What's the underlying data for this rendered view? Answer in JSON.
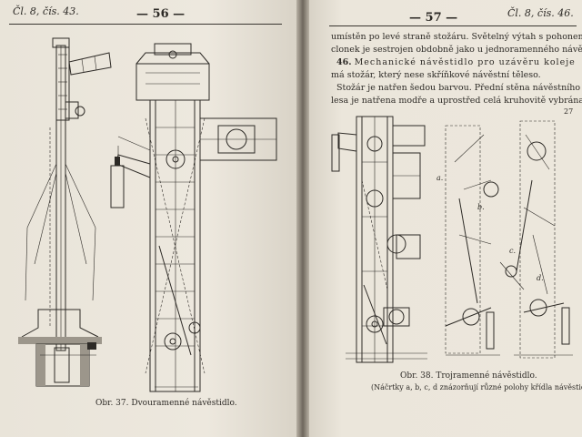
{
  "left_page": {
    "running_head": "Čl. 8, čís. 43.",
    "page_number": "— 56 —",
    "figure_caption": "Obr. 37. Dvouramenné návěstidlo."
  },
  "right_page": {
    "page_number": "— 57 —",
    "running_head": "Čl. 8, čís. 46.",
    "lines": [
      "umístěn po levé straně stožáru. Světelný výtah s pohonem",
      "clonek je sestrojen obdobně jako u jednoramenného návěstidla.",
      "Stožár je natřen šedou barvou. Přední stěna návěstního tě-",
      "lesa je natřena modře a uprostřed celá kruhovitě vybrána. Kru-"
    ],
    "section_number": "46.",
    "section_heading": "Mechanické návěstidlo pro uzávěru koleje",
    "section_line2": "má stožár, který nese skříňkové návěstní těleso.",
    "margin_note": "27",
    "figure_caption": "Obr. 38. Trojramenné návěstidlo.",
    "figure_subcaption": "(Náčrtky a, b, c, d znázorňují různé polohy křídla návěstidla)",
    "sketch_labels": [
      "a.",
      "b.",
      "c.",
      "d."
    ]
  }
}
